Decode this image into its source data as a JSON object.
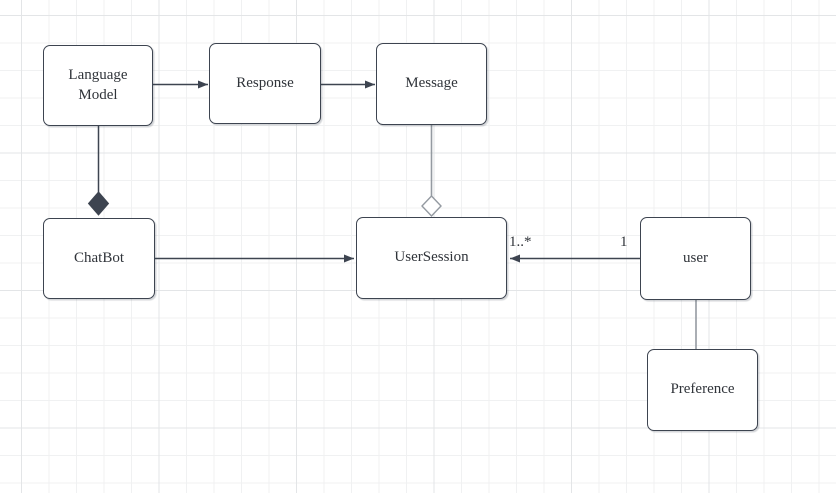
{
  "diagram": {
    "type": "uml-class-diagram",
    "nodes": {
      "language_model": {
        "label": "Language Model"
      },
      "response": {
        "label": "Response"
      },
      "message": {
        "label": "Message"
      },
      "chatbot": {
        "label": "ChatBot"
      },
      "user_session": {
        "label": "UserSession"
      },
      "user": {
        "label": "user"
      },
      "preference": {
        "label": "Preference"
      }
    },
    "edges": {
      "language_model_to_response": {
        "source": "language_model",
        "target": "response",
        "type": "directed-arrow"
      },
      "response_to_message": {
        "source": "response",
        "target": "message",
        "type": "directed-arrow"
      },
      "language_model_to_chatbot": {
        "source": "language_model",
        "target": "chatbot",
        "type": "composition-filled-diamond"
      },
      "message_to_user_session": {
        "source": "message",
        "target": "user_session",
        "type": "aggregation-hollow-diamond"
      },
      "chatbot_to_user_session": {
        "source": "chatbot",
        "target": "user_session",
        "type": "directed-arrow"
      },
      "user_to_user_session": {
        "source": "user",
        "target": "user_session",
        "type": "directed-arrow",
        "source_multiplicity": "1",
        "target_multiplicity": "1..*"
      },
      "user_to_preference": {
        "source": "user",
        "target": "preference",
        "type": "plain-line"
      }
    },
    "colors": {
      "background": "#ffffff",
      "node_fill": "#ffffff",
      "node_border": "#3d4450",
      "dark_stroke": "#3d4450",
      "gray_stroke": "#949aa1",
      "text": "#30343a",
      "grid_minor": "#f0f1f2",
      "grid_major": "#e3e5e7"
    }
  }
}
